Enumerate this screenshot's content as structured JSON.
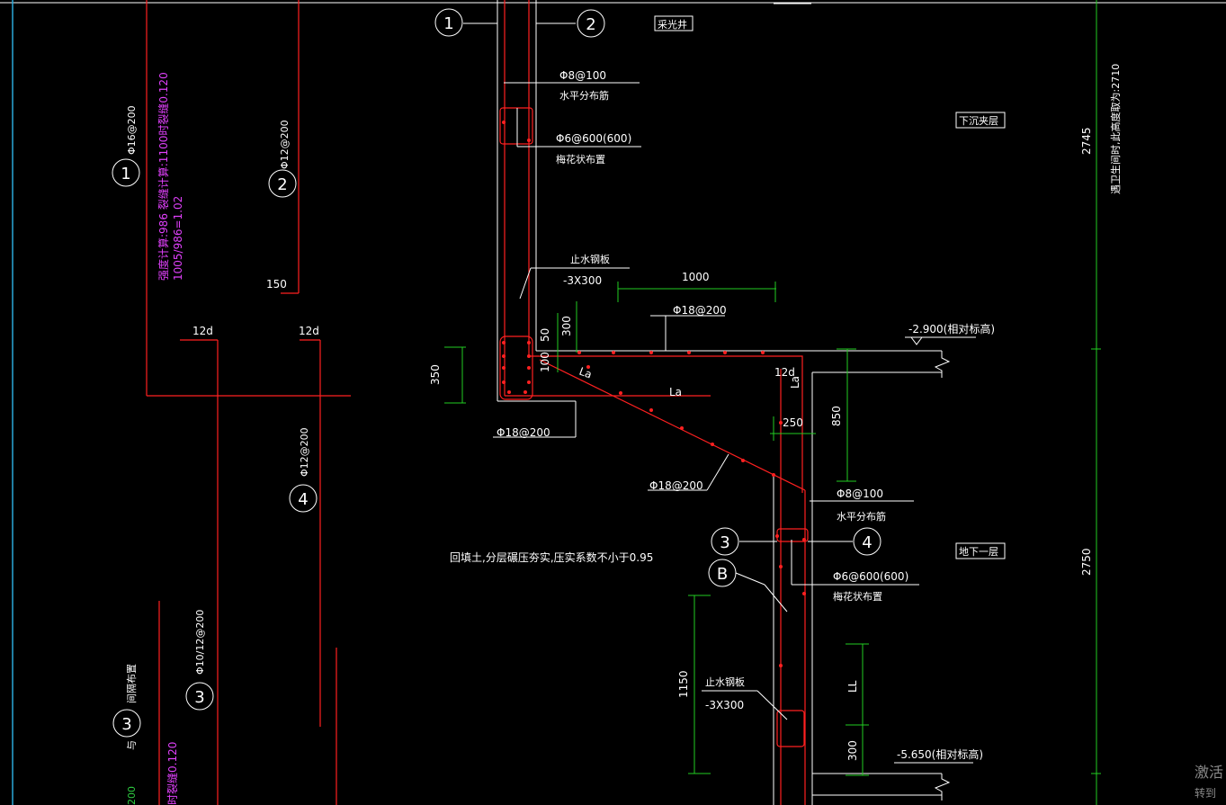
{
  "bubbles": {
    "b1_top": "1",
    "b2_top": "2",
    "b3": "3",
    "b4": "4",
    "bB": "B",
    "b1_left": "1",
    "b2_left": "2",
    "b4_left": "4",
    "b3_left": "3",
    "b3_left2": "3"
  },
  "labels": {
    "skylight_well": "采光井",
    "rebar_h_top": "Φ8@100",
    "horiz_dist_top": "水平分布筋",
    "tie_top": "Φ6@600(600)",
    "plum_top": "梅花状布置",
    "basement_upper": "下沉夹层",
    "waterstop_top": "止水钢板",
    "waterstop_top_size": "-3X300",
    "dim_1000": "1000",
    "rebar_18_top": "Φ18@200",
    "elev_top": "-2.900(相对标高)",
    "dim_50": "50",
    "dim_300_top": "300",
    "dim_350": "350",
    "dim_100": "100",
    "la_1": "La",
    "la_2": "La",
    "la_3": "La",
    "dim_12d_right": "12d",
    "dim_250": "250",
    "dim_850": "850",
    "rebar_18_left": "Φ18@200",
    "rebar_18_diag": "Φ18@200",
    "rebar_h_mid": "Φ8@100",
    "horiz_dist_mid": "水平分布筋",
    "basement_1": "地下一层",
    "backfill": "回填土,分层碾压夯实,压实系数不小于0.95",
    "tie_mid": "Φ6@600(600)",
    "plum_mid": "梅花状布置",
    "waterstop_bot": "止水钢板",
    "waterstop_bot_size": "-3X300",
    "dim_1150": "1150",
    "dim_ll": "LL",
    "dim_300_bot": "300",
    "elev_bot": "-5.650(相对标高)",
    "dim_2745": "2745",
    "dim_2750": "2750",
    "right_note": "遇卫生间时,此高度取为:2710",
    "left_rebar_16": "Φ16@200",
    "left_crack_calc": "裂缝计算:1100时裂缝0.120",
    "left_crack_calc2": "强度计算:986   裂缝计算:1100时裂缝0.120",
    "left_ratio": "1005/986=1.02",
    "left_rebar_12": "Φ12@200",
    "left_150": "150",
    "left_12d_a": "12d",
    "left_12d_b": "12d",
    "left_rebar_12_b": "Φ12@200",
    "left_rebar_10_12": "Φ10/12@200",
    "left_spacing": "间隔布置",
    "left_and": "与",
    "left_crack_bot": "时裂缝0.120",
    "left_200": "200"
  },
  "watermark": {
    "line1": "激活",
    "line2": "转到"
  },
  "colors": {
    "background": "#000000",
    "concrete": "#ffffff",
    "rebar": "#ff2020",
    "dimension": "#22cc22",
    "note": "#e040fb"
  }
}
